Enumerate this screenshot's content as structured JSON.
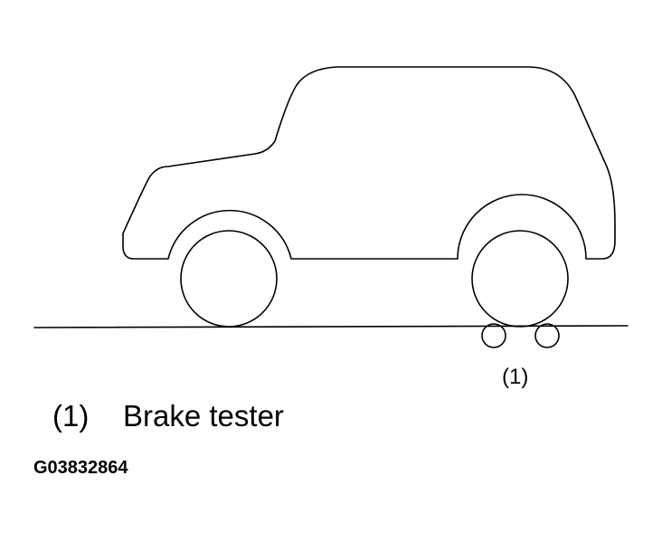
{
  "callout_label": "(1)",
  "legend": {
    "number": "(1)",
    "text": "Brake tester"
  },
  "figure_code": "G03832864"
}
